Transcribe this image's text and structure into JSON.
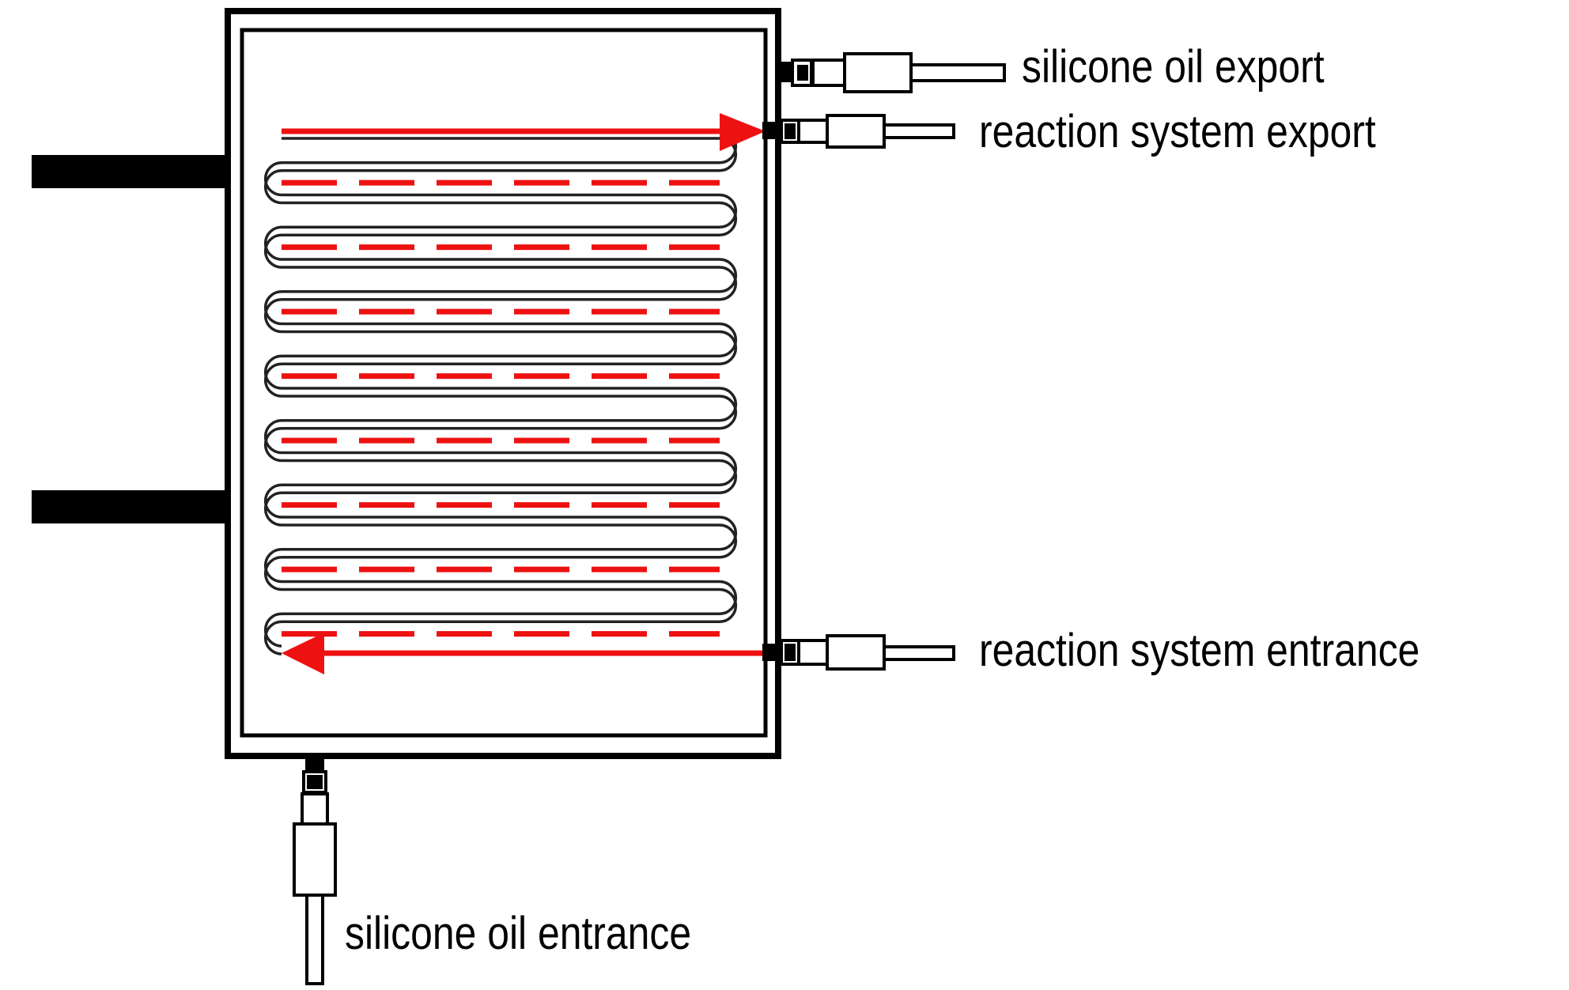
{
  "labels": {
    "silicone_oil_export": "silicone oil export",
    "reaction_system_export": "reaction system export",
    "reaction_system_entrance": "reaction system entrance",
    "silicone_oil_entrance": "silicone oil entrance"
  },
  "colors": {
    "line": "#000000",
    "flow": "#ee1111",
    "coil": "#222222",
    "background": "#ffffff"
  },
  "coil": {
    "passes": 8
  }
}
